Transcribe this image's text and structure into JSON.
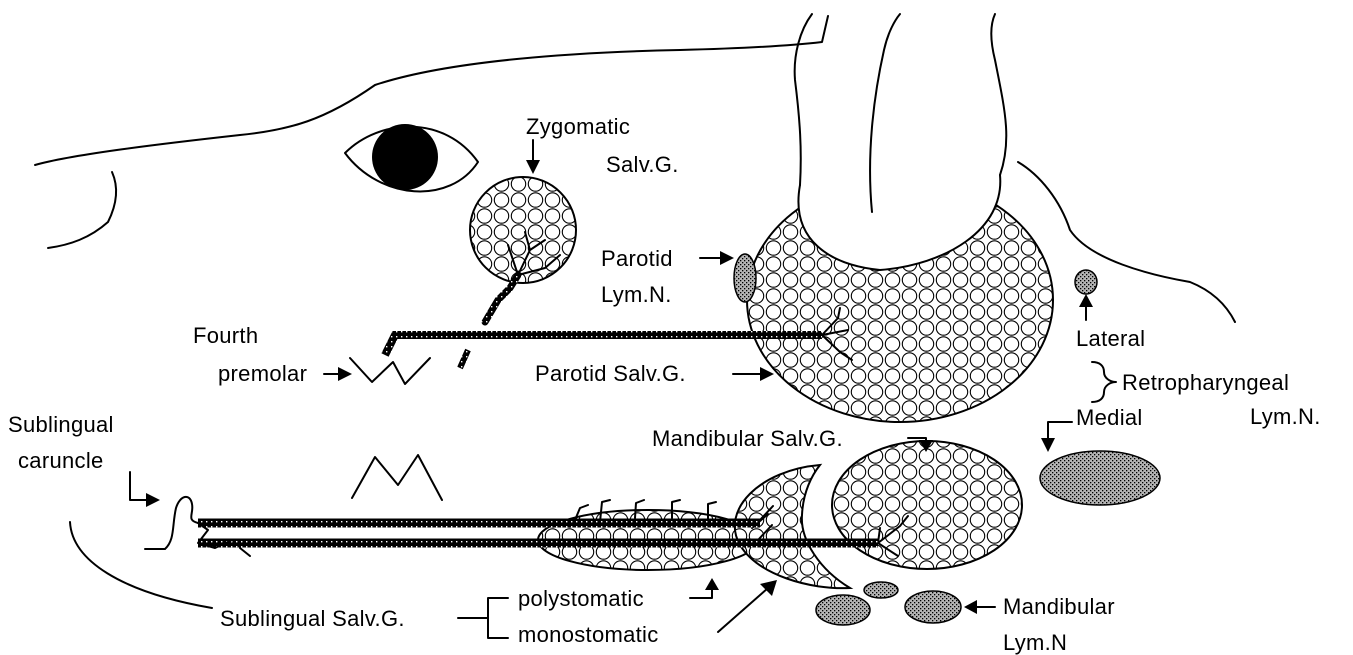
{
  "labels": {
    "zygomatic_l1": "Zygomatic",
    "zygomatic_l2": "Salv.G.",
    "parotid_lymn_l1": "Parotid",
    "parotid_lymn_l2": "Lym.N.",
    "fourth_premolar_l1": "Fourth",
    "fourth_premolar_l2": "premolar",
    "parotid_salvg": "Parotid Salv.G.",
    "lateral": "Lateral",
    "retropharyngeal_l1": "Retropharyngeal",
    "retropharyngeal_l2": "Lym.N.",
    "medial": "Medial",
    "sublingual_caruncle_l1": "Sublingual",
    "sublingual_caruncle_l2": "caruncle",
    "mandibular_salvg": "Mandibular Salv.G.",
    "sublingual_salvg": "Sublingual Salv.G.",
    "polystomatic": "polystomatic",
    "monostomatic": "monostomatic",
    "mandibular_lymn_l1": "Mandibular",
    "mandibular_lymn_l2": "Lym.N"
  },
  "colors": {
    "ink": "#000000",
    "background": "#ffffff",
    "lymph_fill": "#8c8c8c",
    "duct_fill": "#000000"
  },
  "icons": {
    "gland_pattern": "circle-lattice",
    "lymph_pattern": "stipple"
  }
}
